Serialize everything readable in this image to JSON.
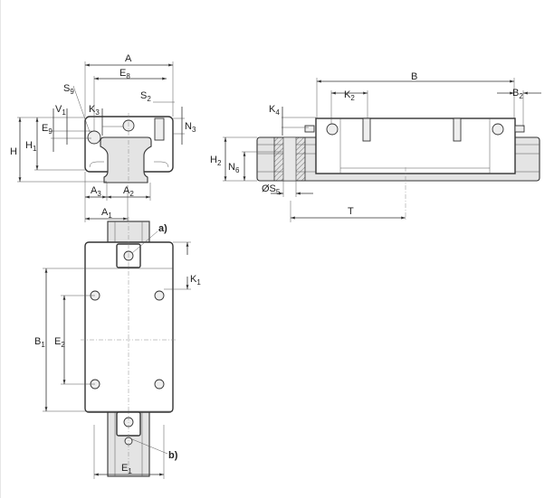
{
  "labels": {
    "A": {
      "main": "A",
      "sub": ""
    },
    "E8": {
      "main": "E",
      "sub": "8"
    },
    "S9": {
      "main": "S",
      "sub": "9"
    },
    "S2": {
      "main": "S",
      "sub": "2"
    },
    "V1": {
      "main": "V",
      "sub": "1"
    },
    "K3": {
      "main": "K",
      "sub": "3"
    },
    "N3": {
      "main": "N",
      "sub": "3"
    },
    "E9": {
      "main": "E",
      "sub": "9"
    },
    "H": {
      "main": "H",
      "sub": ""
    },
    "H1": {
      "main": "H",
      "sub": "1"
    },
    "A3": {
      "main": "A",
      "sub": "3"
    },
    "A2": {
      "main": "A",
      "sub": "2"
    },
    "A1": {
      "main": "A",
      "sub": "1"
    },
    "B": {
      "main": "B",
      "sub": ""
    },
    "K2": {
      "main": "K",
      "sub": "2"
    },
    "B2": {
      "main": "B",
      "sub": "2"
    },
    "K4": {
      "main": "K",
      "sub": "4"
    },
    "H2": {
      "main": "H",
      "sub": "2"
    },
    "N6": {
      "main": "N",
      "sub": "6"
    },
    "S5": {
      "main": "ØS",
      "sub": "5"
    },
    "T": {
      "main": "T",
      "sub": ""
    },
    "K1": {
      "main": "K",
      "sub": "1"
    },
    "B1": {
      "main": "B",
      "sub": "1"
    },
    "E2": {
      "main": "E",
      "sub": "2"
    },
    "E1": {
      "main": "E",
      "sub": "1"
    }
  },
  "callouts": {
    "a": "a)",
    "b": "b)"
  }
}
